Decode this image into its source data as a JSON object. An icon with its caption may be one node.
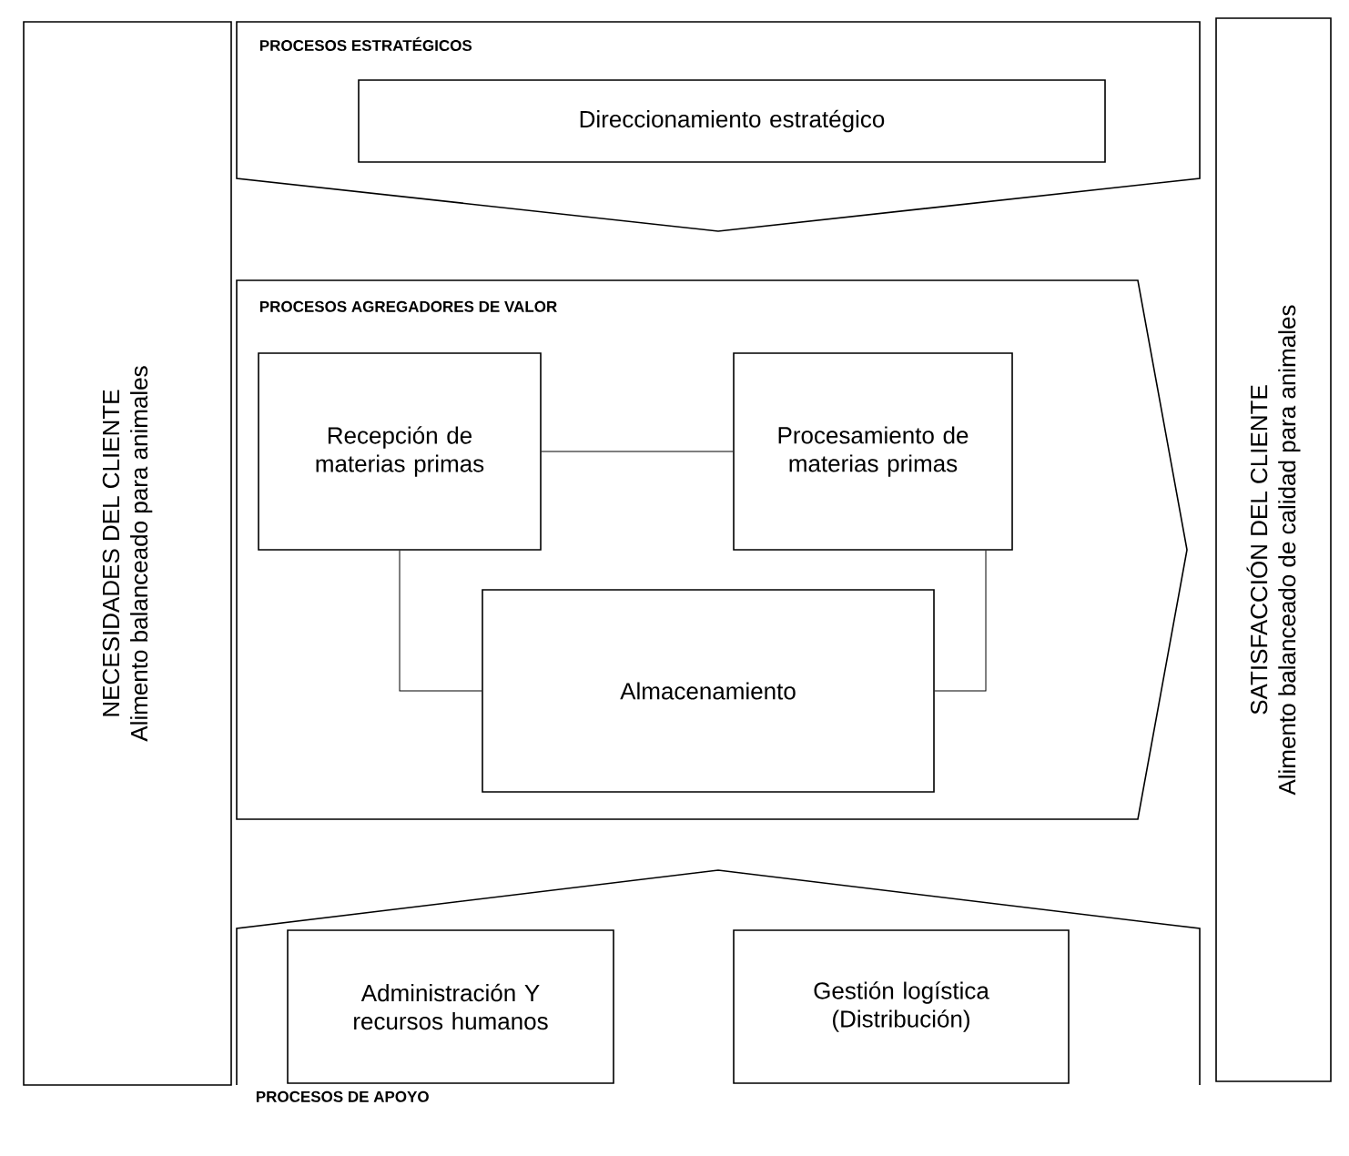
{
  "diagram": {
    "nodes": [
      {
        "text": [
          "NECESIDADES DEL CLIENTE",
          "Alimento balanceado para animales"
        ]
      },
      {
        "text": [
          "PROCESOS ESTRATÉGICOS"
        ]
      },
      {
        "text": [
          "Direccionamiento estratégico"
        ],
        "in": 1
      },
      {
        "text": [
          "PROCESOS AGREGADORES DE VALOR"
        ]
      },
      {
        "text": [
          "Recepción de materias primas"
        ],
        "in": 3
      },
      {
        "text": [
          "Procesamiento de materias primas"
        ],
        "in": 3
      },
      {
        "text": [
          "Almacenamiento"
        ],
        "in": 3
      },
      {
        "text": [
          "PROCESOS DE APOYO"
        ]
      },
      {
        "text": [
          "Administración Y recursos humanos"
        ],
        "in": 7
      },
      {
        "text": [
          "Gestión logística (Distribución)"
        ],
        "in": 7
      },
      {
        "text": [
          "SATISFACCIÓN DEL CLIENTE",
          "Alimento balanceado de calidad para animales"
        ]
      }
    ],
    "edges": [
      {
        "from": 4,
        "to": 5,
        "arrow": "none"
      },
      {
        "from": 4,
        "to": 6,
        "arrow": "none"
      },
      {
        "from": 5,
        "to": 6,
        "arrow": "none"
      }
    ]
  }
}
